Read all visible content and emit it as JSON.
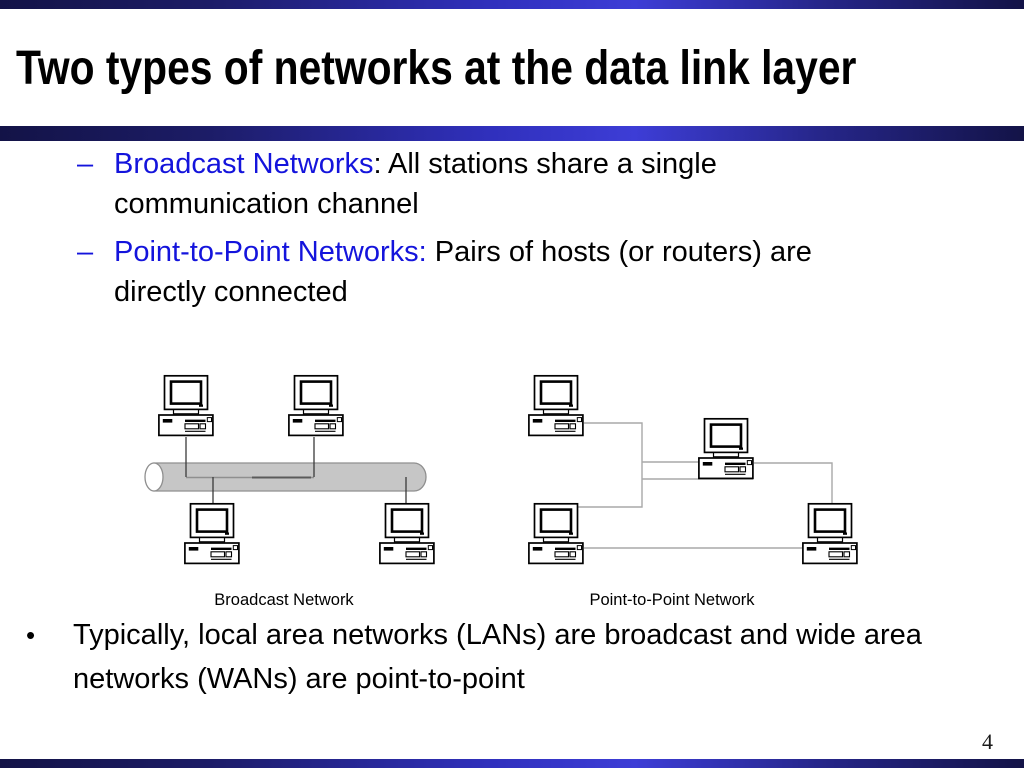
{
  "title": "Two types of networks at the data link layer",
  "page_number": "4",
  "bullets": [
    {
      "marker": "–",
      "lines": [
        {
          "blue": "Broadcast Networks",
          "black": ": All stations share a single"
        },
        {
          "blue": "",
          "black": "communication channel"
        }
      ]
    },
    {
      "marker": "–",
      "lines": [
        {
          "blue": "Point-to-Point Networks:",
          "black": " Pairs of hosts (or routers) are"
        },
        {
          "blue": "",
          "black": "directly connected"
        }
      ]
    }
  ],
  "note": {
    "marker": "•",
    "lines": [
      "Typically, local area networks (LANs) are broadcast and wide area",
      "networks (WANs) are point-to-point"
    ]
  },
  "diagrams": {
    "left_label": "Broadcast Network",
    "right_label": "Point-to-Point Network",
    "left_computer_count": 4,
    "right_computer_count": 4
  },
  "icons": {
    "computer": "desktop-pc-icon",
    "bus": "shared-bus-cylinder"
  },
  "colors": {
    "accent_blue": "#1414dc",
    "bar_navy": "#131347",
    "bar_bright_blue": "#3d3dd6",
    "bus_fill": "#c6c6c6",
    "bus_stroke": "#8f8f8f",
    "link_gray": "#a9a9a9",
    "wire_dark": "#3a3a3a"
  }
}
